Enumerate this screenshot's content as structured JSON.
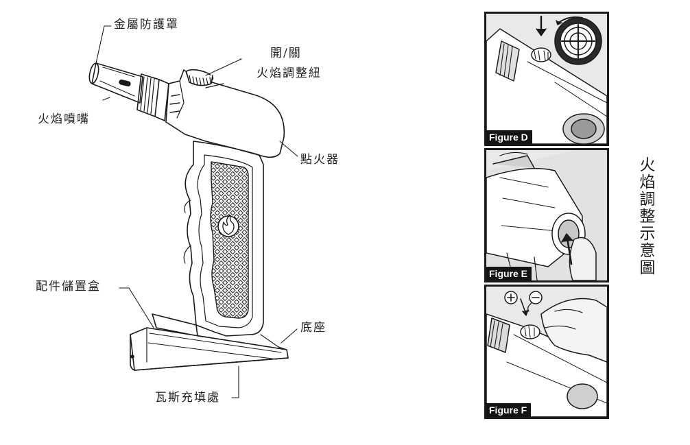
{
  "labels": {
    "metal_guard": "金屬防護罩",
    "switch_line1": "開/關",
    "switch_line2": "火焰調整紐",
    "flame_nozzle": "火焰噴嘴",
    "igniter": "點火器",
    "accessory_box": "配件儲置盒",
    "base": "底座",
    "gas_refill": "瓦斯充填處"
  },
  "side_title": "火焰調整示意圖",
  "figures": [
    {
      "tag": "Figure D"
    },
    {
      "tag": "Figure E"
    },
    {
      "tag": "Figure F"
    }
  ],
  "colors": {
    "line": "#1a1a1a",
    "panel_bg": "#e9e9e9"
  }
}
